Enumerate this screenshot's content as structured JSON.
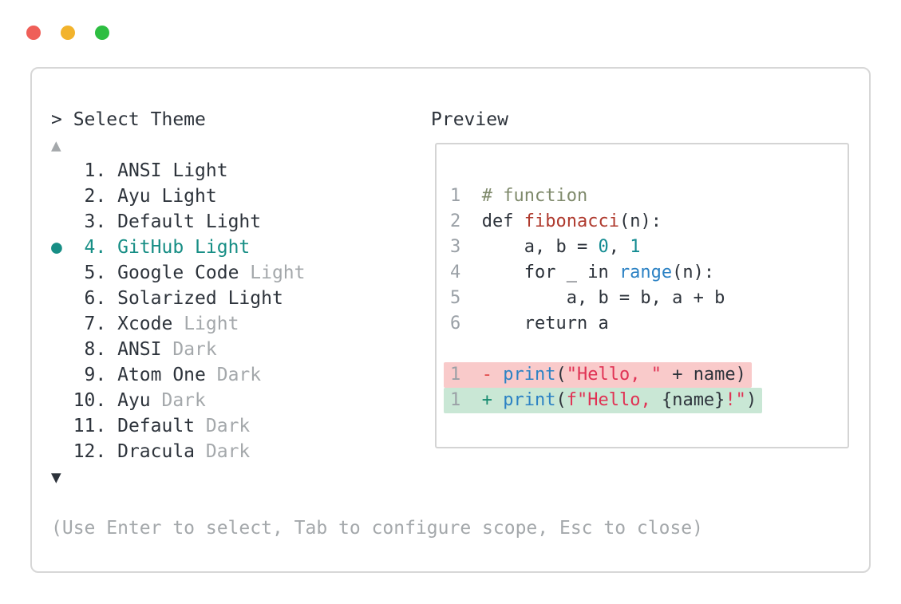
{
  "window_controls": {
    "close_color": "#ef5f58",
    "minimize_color": "#f2b32c",
    "zoom_color": "#2dbe41"
  },
  "theme_picker": {
    "prompt": "> Select Theme",
    "scroll_up_icon": "▲",
    "scroll_down_icon": "▼",
    "selected_bullet": "●",
    "items": [
      {
        "number": "1",
        "name": "ANSI",
        "variant": "Light",
        "variant_muted": false,
        "selected": false
      },
      {
        "number": "2",
        "name": "Ayu",
        "variant": "Light",
        "variant_muted": false,
        "selected": false
      },
      {
        "number": "3",
        "name": "Default",
        "variant": "Light",
        "variant_muted": false,
        "selected": false
      },
      {
        "number": "4",
        "name": "GitHub",
        "variant": "Light",
        "variant_muted": false,
        "selected": true
      },
      {
        "number": "5",
        "name": "Google Code",
        "variant": "Light",
        "variant_muted": true,
        "selected": false
      },
      {
        "number": "6",
        "name": "Solarized",
        "variant": "Light",
        "variant_muted": false,
        "selected": false
      },
      {
        "number": "7",
        "name": "Xcode",
        "variant": "Light",
        "variant_muted": true,
        "selected": false
      },
      {
        "number": "8",
        "name": "ANSI",
        "variant": "Dark",
        "variant_muted": true,
        "selected": false
      },
      {
        "number": "9",
        "name": "Atom One",
        "variant": "Dark",
        "variant_muted": true,
        "selected": false
      },
      {
        "number": "10",
        "name": "Ayu",
        "variant": "Dark",
        "variant_muted": true,
        "selected": false
      },
      {
        "number": "11",
        "name": "Default",
        "variant": "Dark",
        "variant_muted": true,
        "selected": false
      },
      {
        "number": "12",
        "name": "Dracula",
        "variant": "Dark",
        "variant_muted": true,
        "selected": false
      }
    ],
    "hint": "(Use Enter to select, Tab to configure scope, Esc to close)"
  },
  "preview": {
    "label": "Preview",
    "lines": [
      {
        "number": "1",
        "diff": null,
        "tokens": [
          {
            "text": "# function",
            "type": "comment"
          }
        ]
      },
      {
        "number": "2",
        "diff": null,
        "tokens": [
          {
            "text": "def ",
            "type": "plain"
          },
          {
            "text": "fibonacci",
            "type": "function"
          },
          {
            "text": "(n):",
            "type": "plain"
          }
        ]
      },
      {
        "number": "3",
        "diff": null,
        "tokens": [
          {
            "text": "    a, b = ",
            "type": "plain"
          },
          {
            "text": "0",
            "type": "number"
          },
          {
            "text": ", ",
            "type": "plain"
          },
          {
            "text": "1",
            "type": "number"
          }
        ]
      },
      {
        "number": "4",
        "diff": null,
        "tokens": [
          {
            "text": "    for _ in ",
            "type": "plain"
          },
          {
            "text": "range",
            "type": "builtin"
          },
          {
            "text": "(n):",
            "type": "plain"
          }
        ]
      },
      {
        "number": "5",
        "diff": null,
        "tokens": [
          {
            "text": "        a, b = b, a + b",
            "type": "plain"
          }
        ]
      },
      {
        "number": "6",
        "diff": null,
        "tokens": [
          {
            "text": "    return a",
            "type": "plain"
          }
        ]
      },
      {
        "number": "",
        "diff": null,
        "tokens": []
      },
      {
        "number": "1",
        "diff": "removed",
        "tokens": [
          {
            "text": "- ",
            "type": "diff-minus"
          },
          {
            "text": "print",
            "type": "builtin"
          },
          {
            "text": "(",
            "type": "plain"
          },
          {
            "text": "\"Hello, \"",
            "type": "string"
          },
          {
            "text": " + name)",
            "type": "plain"
          }
        ]
      },
      {
        "number": "1",
        "diff": "added",
        "tokens": [
          {
            "text": "+ ",
            "type": "diff-plus"
          },
          {
            "text": "print",
            "type": "builtin"
          },
          {
            "text": "(",
            "type": "plain"
          },
          {
            "text": "f\"Hello, ",
            "type": "string"
          },
          {
            "text": "{name}",
            "type": "plain"
          },
          {
            "text": "!\"",
            "type": "string"
          },
          {
            "text": ")",
            "type": "plain"
          }
        ]
      }
    ]
  },
  "colors": {
    "text": "#2d333b",
    "muted": "#a4a8ab",
    "line_number": "#9aa0a6",
    "accent_teal": "#178e85",
    "comment": "#7f8a6c",
    "function_red": "#af3a2e",
    "number_teal": "#148c92",
    "builtin_blue": "#2c82c4",
    "string_red": "#e03254",
    "diff_minus_red": "#e24d4d",
    "diff_plus_teal": "#158a6f",
    "removed_line_bg": "#f9caca",
    "added_line_bg": "#c9e7d5",
    "window_border": "#d7d7d7",
    "panel_border": "#d4d4d4"
  }
}
